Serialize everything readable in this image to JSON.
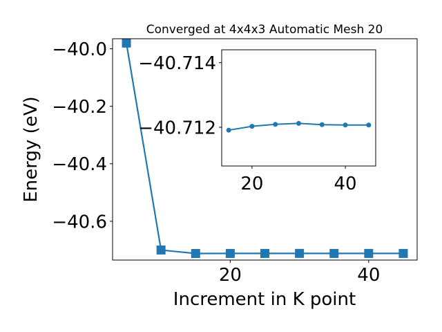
{
  "chart_data": [
    {
      "type": "line",
      "title": "Converged at 4x4x3 Automatic Mesh 20",
      "xlabel": "Increment in K point",
      "ylabel": "Energy (eV)",
      "xlim": [
        3,
        47
      ],
      "ylim": [
        -40.735,
        -39.965
      ],
      "xticks": [
        20,
        40
      ],
      "xtick_labels": [
        "20",
        "40"
      ],
      "yticks": [
        -40.0,
        -40.2,
        -40.4,
        -40.6
      ],
      "ytick_labels": [
        "−40.0",
        "−40.2",
        "−40.4",
        "−40.6"
      ],
      "marker": "square",
      "color": "#1f77b4",
      "series": [
        {
          "x": [
            5,
            10,
            15,
            20,
            25,
            30,
            35,
            40,
            45
          ],
          "y": [
            -39.98,
            -40.7,
            -40.7121,
            -40.712,
            -40.7119,
            -40.7118,
            -40.7119,
            -40.7119,
            -40.7119
          ]
        }
      ]
    },
    {
      "type": "line",
      "title": "",
      "xlabel": "",
      "ylabel": "",
      "xlim": [
        13.5,
        46.5
      ],
      "ylim": [
        -40.7108,
        -40.7144
      ],
      "xticks": [
        20,
        40
      ],
      "xtick_labels": [
        "20",
        "40"
      ],
      "yticks": [
        -40.714,
        -40.712
      ],
      "ytick_labels": [
        "−40.714",
        "−40.712"
      ],
      "marker": "circle",
      "color": "#1f77b4",
      "series": [
        {
          "x": [
            15,
            20,
            25,
            30,
            35,
            40,
            45
          ],
          "y": [
            -40.71191,
            -40.71203,
            -40.71209,
            -40.71212,
            -40.71208,
            -40.71207,
            -40.71207
          ]
        }
      ]
    }
  ]
}
